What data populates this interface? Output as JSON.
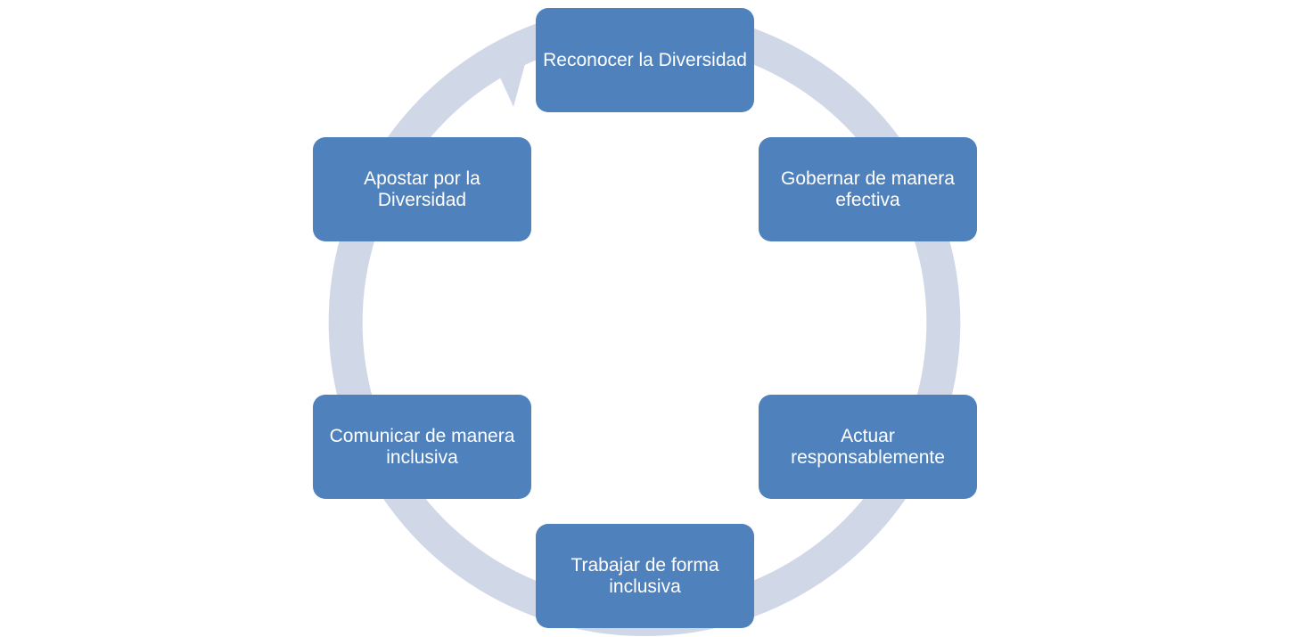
{
  "diagram": {
    "type": "cycle",
    "colors": {
      "node_fill": "#4f81bd",
      "node_text": "#ffffff",
      "ring": "#d0d8e8"
    },
    "nodes": [
      {
        "label": "Reconocer la Diversidad"
      },
      {
        "label": "Gobernar de manera efectiva"
      },
      {
        "label": "Actuar responsablemente"
      },
      {
        "label": "Trabajar de forma inclusiva"
      },
      {
        "label": "Comunicar de manera inclusiva"
      },
      {
        "label": "Apostar por la Diversidad"
      }
    ]
  }
}
